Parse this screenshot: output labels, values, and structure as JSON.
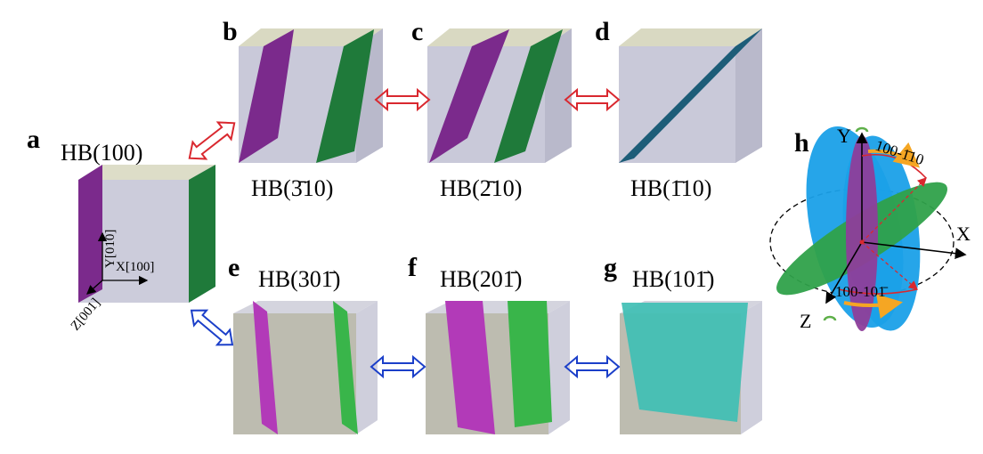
{
  "panels": {
    "a": {
      "letter": "a",
      "label": "HB(100)"
    },
    "b": {
      "letter": "b",
      "label": "HB(3̄10)"
    },
    "c": {
      "letter": "c",
      "label": "HB(2̄10)"
    },
    "d": {
      "letter": "d",
      "label": "HB(1̄10)"
    },
    "e": {
      "letter": "e",
      "label": "HB(301̄)"
    },
    "f": {
      "letter": "f",
      "label": "HB(201̄)"
    },
    "g": {
      "letter": "g",
      "label": "HB(101̄)"
    },
    "h": {
      "letter": "h"
    }
  },
  "axes_a": {
    "x": "X[100]",
    "y": "Y[010]",
    "z": "Z[001]"
  },
  "sphere": {
    "x": "X",
    "y": "Y",
    "z": "Z",
    "angle_top": "100-1̄10",
    "angle_bottom": "100-101̄"
  },
  "colors": {
    "cube_face": "#c9c9d9",
    "cube_top": "#d9d9c2",
    "cube_side": "#b9b9cb",
    "purple": "#7b2a8c",
    "green": "#1f7a3a",
    "teal": "#1d5d78",
    "magenta": "#b23ab8",
    "light_green": "#39b54a",
    "cyan_plane": "#3fbfb4",
    "red_arrow": "#d9282f",
    "blue_arrow": "#1b3fc9",
    "blue_ellipse": "#1aa0e8",
    "orange": "#f5a623"
  }
}
